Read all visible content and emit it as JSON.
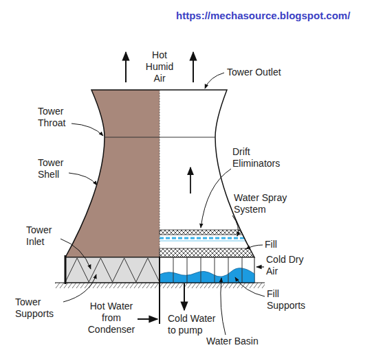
{
  "diagram": {
    "labels": [
      "https://mechasource.blogspot.com/",
      "Hot Humid Air",
      "Tower Outlet",
      "Tower Throat",
      "Tower Shell",
      "Drift Eliminators",
      "Water Spray System",
      "Fill",
      "Cold Dry Air",
      "Tower Inlet",
      "Fill Supports",
      "Tower Supports",
      "Hot Water from Condenser",
      "Cold Water to pump",
      "Water Basin"
    ]
  }
}
